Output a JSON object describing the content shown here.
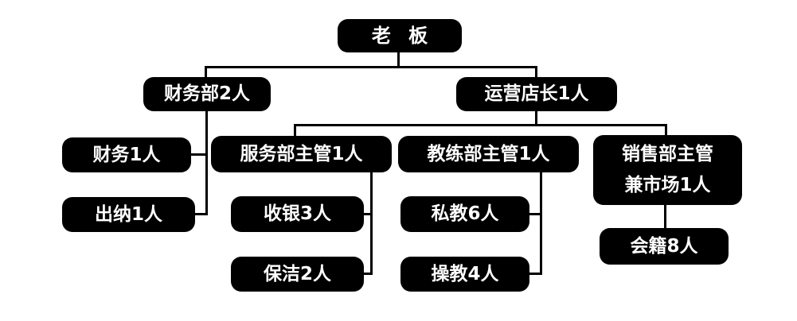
{
  "diagram": {
    "type": "org-chart",
    "colors": {
      "background": "#ffffff",
      "node_fill": "#000000",
      "node_text": "#ffffff",
      "line": "#000000"
    },
    "nodes": [
      {
        "id": "boss",
        "label": "老 板"
      },
      {
        "id": "finance-dept",
        "label": "财务部2人"
      },
      {
        "id": "ops-manager",
        "label": "运营店长1人"
      },
      {
        "id": "finance-staff",
        "label": "财务1人"
      },
      {
        "id": "service-supervisor",
        "label": "服务部主管1人"
      },
      {
        "id": "coach-supervisor",
        "label": "教练部主管1人"
      },
      {
        "id": "sales-supervisor",
        "label": "销售部主管\n兼市场1人"
      },
      {
        "id": "cashier",
        "label": "出纳1人"
      },
      {
        "id": "checkout",
        "label": "收银3人"
      },
      {
        "id": "personal-trainer",
        "label": "私教6人"
      },
      {
        "id": "cleaner",
        "label": "保洁2人"
      },
      {
        "id": "group-coach",
        "label": "操教4人"
      },
      {
        "id": "membership",
        "label": "会籍8人"
      }
    ],
    "edges": [
      {
        "from": "boss",
        "to": "finance-dept"
      },
      {
        "from": "boss",
        "to": "ops-manager"
      },
      {
        "from": "finance-dept",
        "to": "finance-staff"
      },
      {
        "from": "finance-dept",
        "to": "cashier"
      },
      {
        "from": "ops-manager",
        "to": "service-supervisor"
      },
      {
        "from": "ops-manager",
        "to": "coach-supervisor"
      },
      {
        "from": "ops-manager",
        "to": "sales-supervisor"
      },
      {
        "from": "service-supervisor",
        "to": "checkout"
      },
      {
        "from": "service-supervisor",
        "to": "cleaner"
      },
      {
        "from": "coach-supervisor",
        "to": "personal-trainer"
      },
      {
        "from": "coach-supervisor",
        "to": "group-coach"
      },
      {
        "from": "sales-supervisor",
        "to": "membership"
      }
    ]
  }
}
